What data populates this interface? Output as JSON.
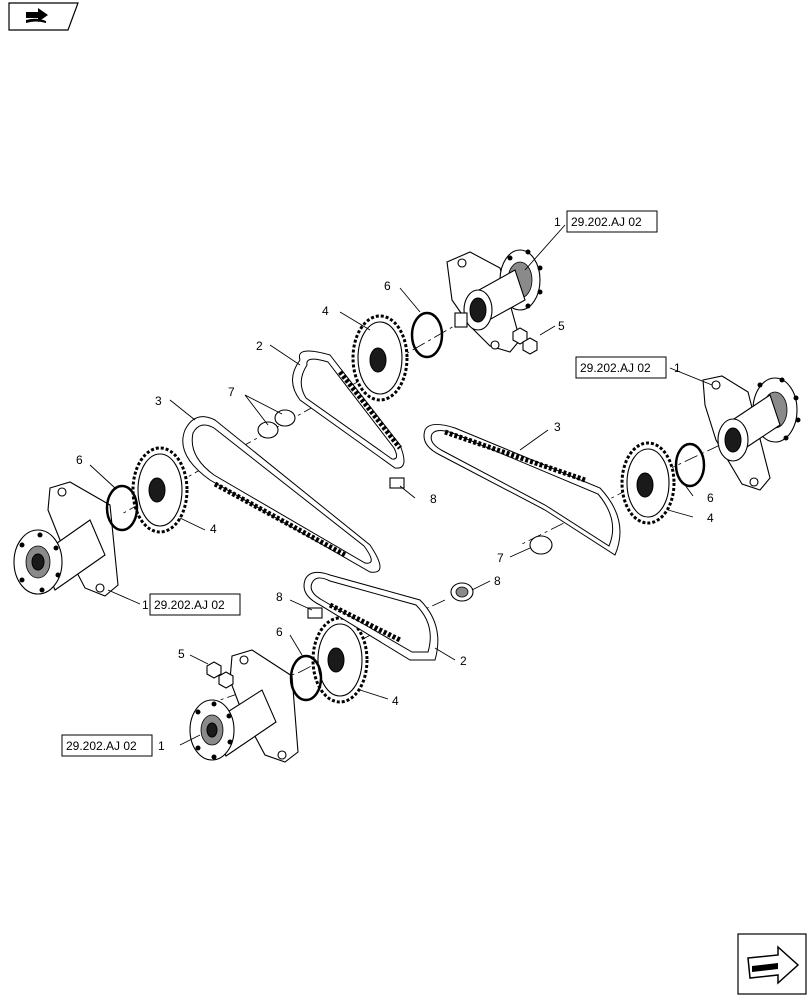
{
  "ref_label": "29.202.AJ 02",
  "callouts": {
    "n1": "1",
    "n2": "2",
    "n3": "3",
    "n4": "4",
    "n5": "5",
    "n6": "6",
    "n7": "7",
    "n8": "8"
  },
  "icons": {
    "top_left": "book-arrow-icon",
    "bottom_right": "next-page-arrow-icon"
  }
}
